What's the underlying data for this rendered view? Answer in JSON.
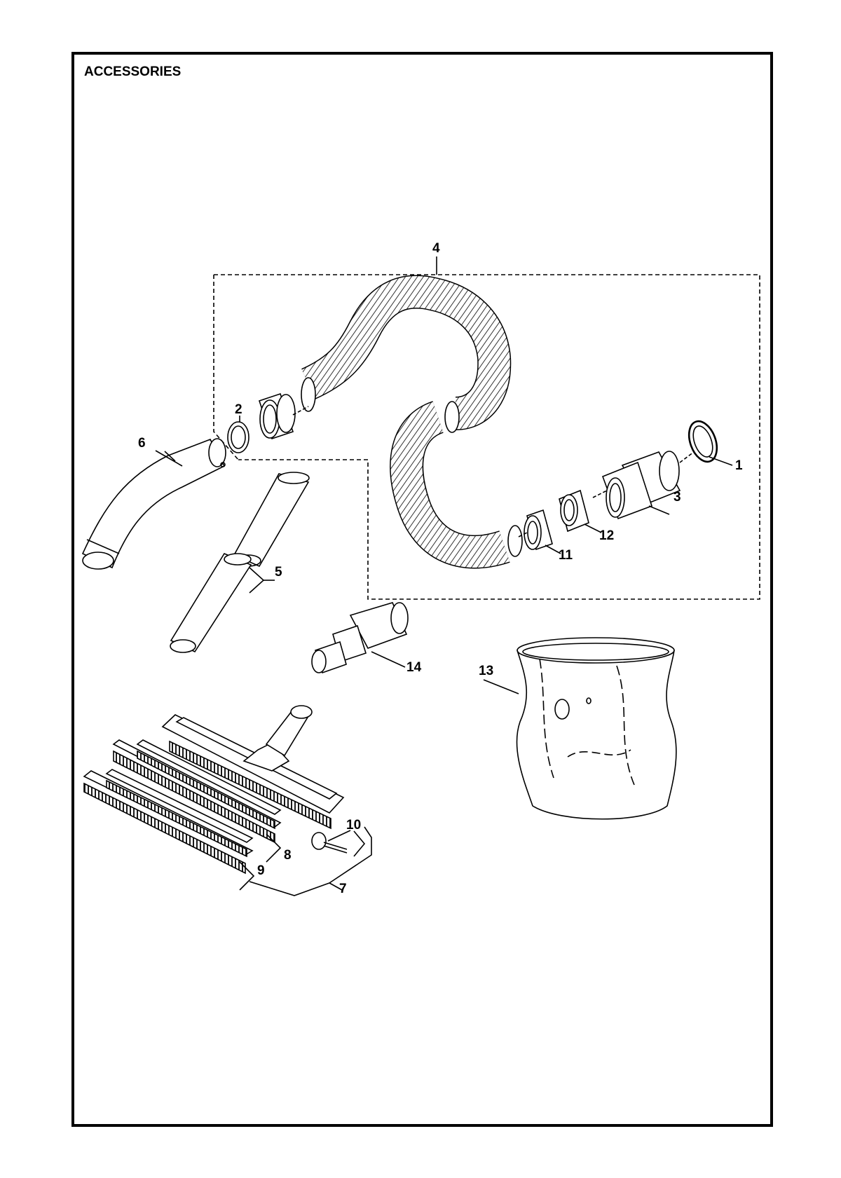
{
  "page": {
    "title": "ACCESSORIES"
  },
  "callouts": {
    "c1": "1",
    "c2": "2",
    "c3": "3",
    "c4": "4",
    "c5": "5",
    "c6": "6",
    "c7": "7",
    "c8": "8",
    "c9": "9",
    "c10": "10",
    "c11": "11",
    "c12": "12",
    "c13": "13",
    "c14": "14"
  },
  "colors": {
    "line": "#000000",
    "background": "#ffffff"
  }
}
